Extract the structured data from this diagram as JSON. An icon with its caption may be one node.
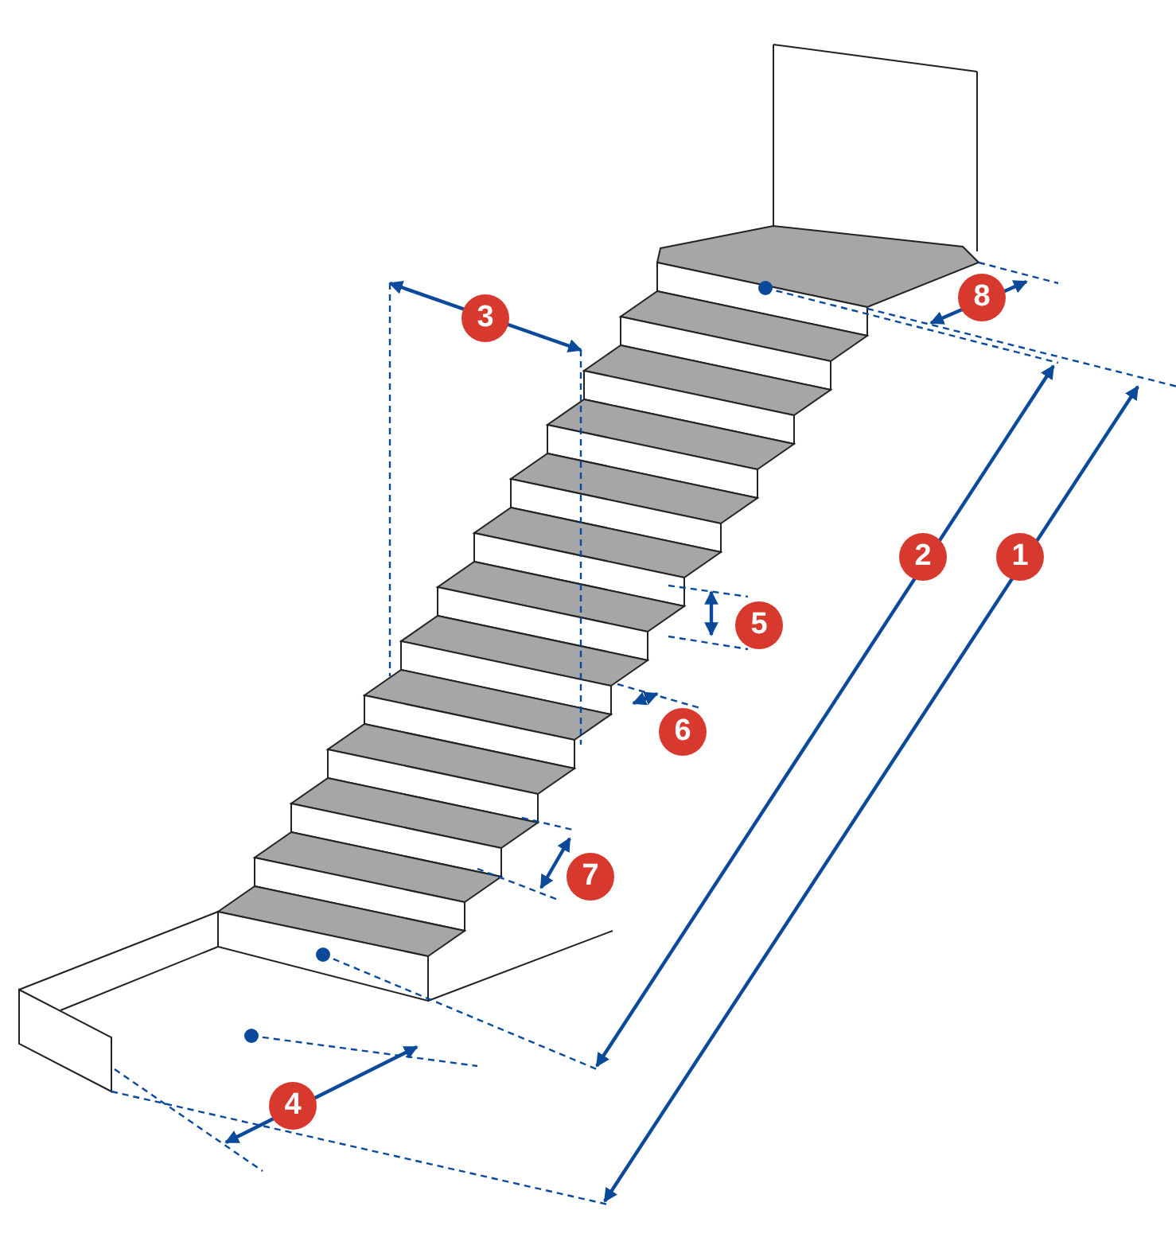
{
  "diagram": {
    "labels": [
      "8",
      "3",
      "2",
      "1",
      "5",
      "6",
      "7",
      "4"
    ]
  }
}
